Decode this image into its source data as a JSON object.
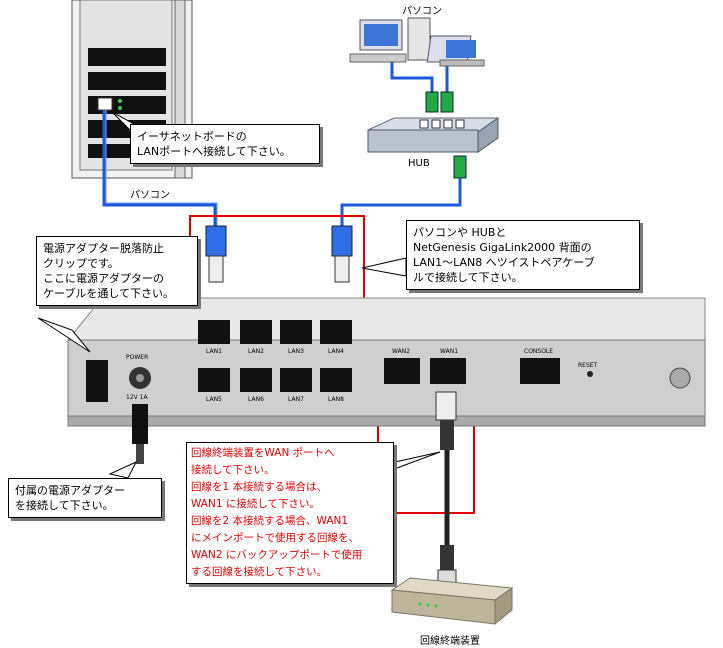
{
  "labels": {
    "pc_top": "パソコン",
    "hub": "HUB",
    "pc_left": "パソコン",
    "modem": "回線終端装置"
  },
  "callouts": {
    "ethernet_board": [
      "イーサネットボードの",
      "LANポートへ接続して下さい。"
    ],
    "lan_connect": [
      "パソコンや HUBと",
      "NetGenesis GigaLink2000 背面の",
      "LAN1～LAN8 へツイストペアケーブ",
      "ルで接続して下さい。"
    ],
    "clip": [
      "電源アダプター脱落防止",
      "クリップです。",
      "ここに電源アダプターの",
      "ケーブルを通して下さい。"
    ],
    "power_adapter": [
      "付属の電源アダプター",
      "を接続して下さい。"
    ],
    "wan_connect": [
      "回線終端装置をWAN ポートへ",
      "接続して下さい。",
      "回線を1 本接続する場合は、",
      "WAN1 に接続して下さい。",
      "回線を2 本接続する場合、WAN1",
      "にメインポートで使用する回線を、",
      "WAN2 にバックアップポートで使用",
      "する回線を接続して下さい。"
    ]
  },
  "panel": {
    "power": "POWER",
    "voltage": "12V 1A",
    "lan_ports": [
      "LAN1",
      "LAN2",
      "LAN3",
      "LAN4",
      "LAN5",
      "LAN6",
      "LAN7",
      "LAN8"
    ],
    "wan_ports": [
      "WAN2",
      "WAN1"
    ],
    "console": "CONSOLE",
    "reset": "RESET"
  },
  "colors": {
    "cable_blue": "#1e5ad8",
    "highlight_red": "#e00000",
    "panel_gray": "#cfcfcf"
  }
}
